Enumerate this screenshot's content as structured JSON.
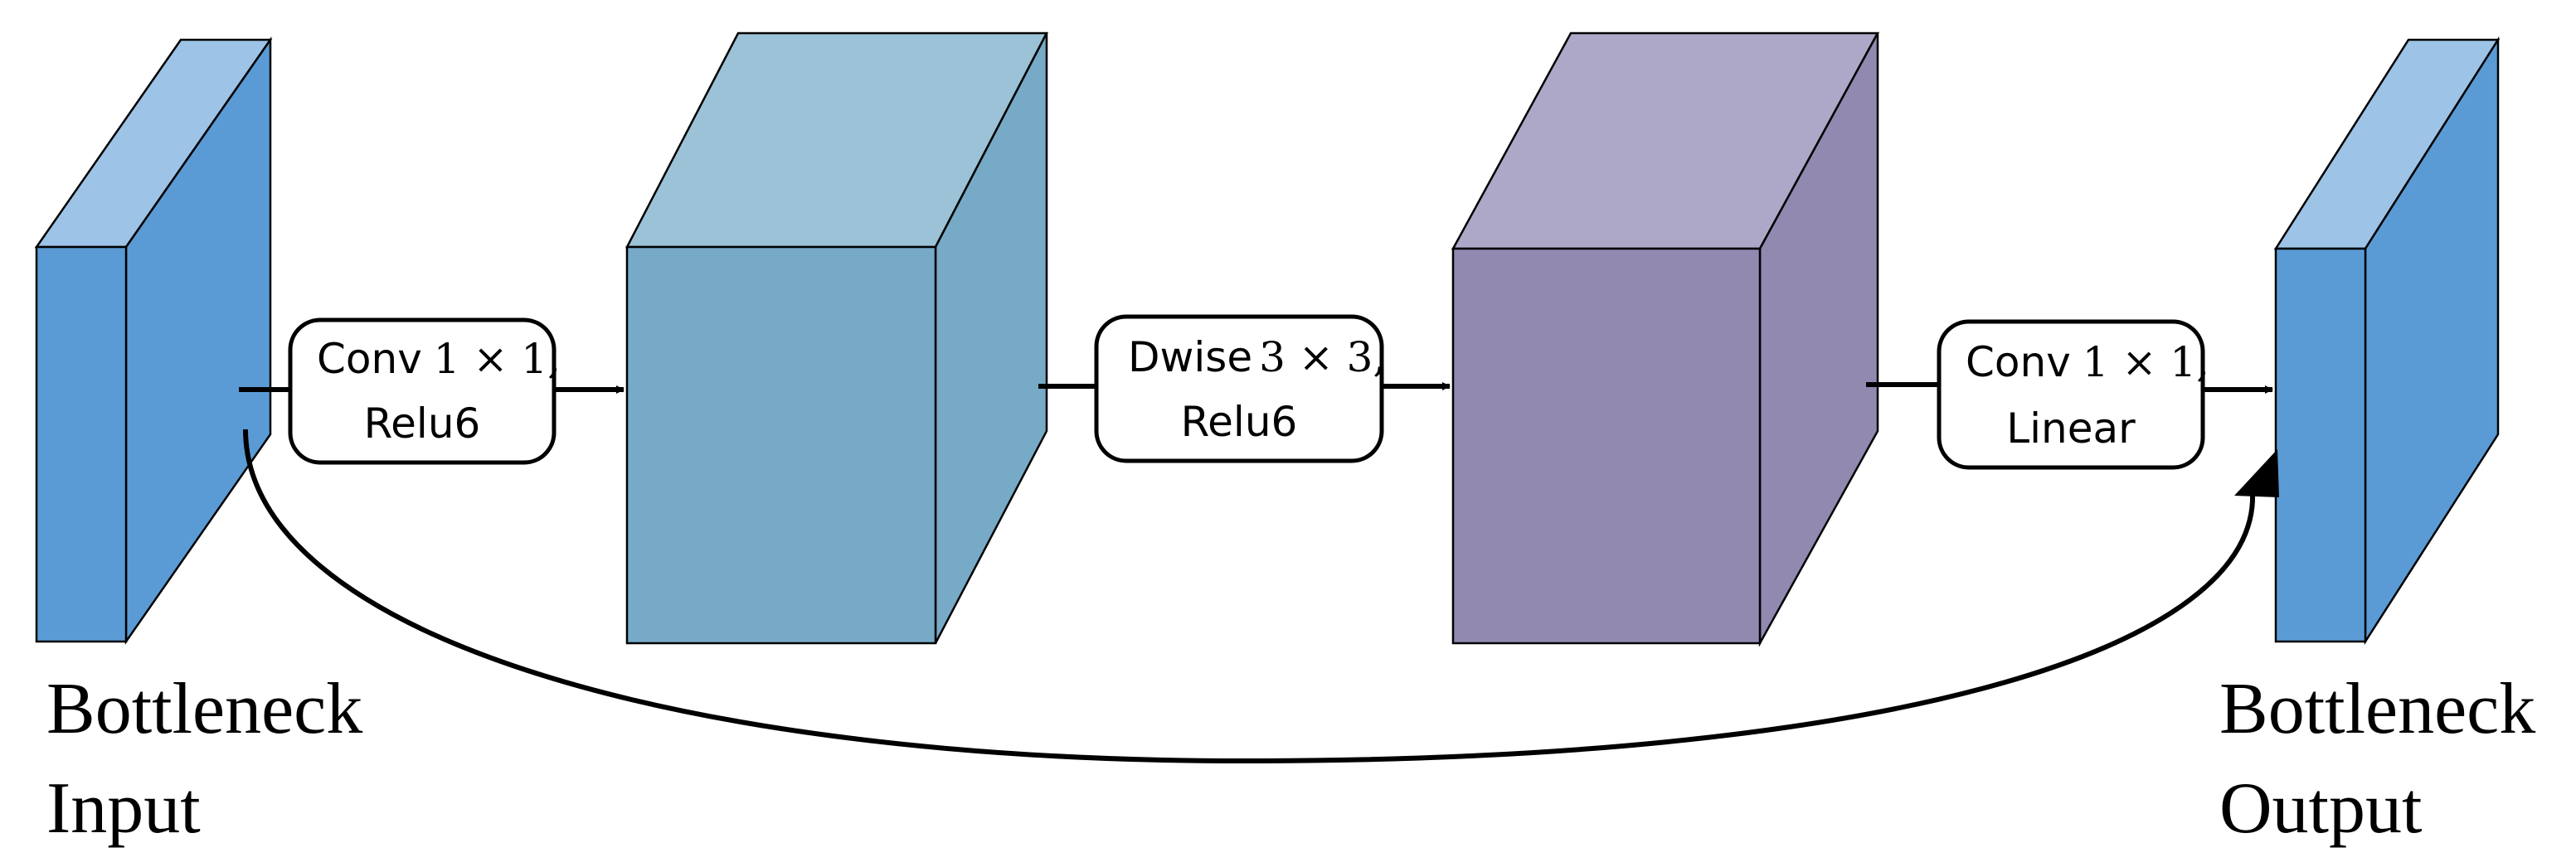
{
  "colors": {
    "input_front": "#5b9bd5",
    "input_top": "#9dc3e6",
    "input_side": "#5b9bd5",
    "expand_front": "#77aac7",
    "expand_top": "#9bc2d6",
    "expand_side": "#77aac7",
    "dwise_front": "#9289b1",
    "dwise_top": "#ada8c7",
    "dwise_side": "#9289b1",
    "output_front": "#5b9bd5",
    "output_top": "#9dc3e6",
    "output_side": "#5b9bd5",
    "line": "#000000"
  },
  "ops": [
    {
      "name": "Conv",
      "kernel": "1 × 1,",
      "activation": "Relu6"
    },
    {
      "name": "Dwise",
      "kernel": "3 × 3,",
      "activation": "Relu6"
    },
    {
      "name": "Conv",
      "kernel": "1 × 1,",
      "activation": "Linear"
    }
  ],
  "captions": {
    "input": {
      "line1": "Bottleneck",
      "line2": "Input"
    },
    "output": {
      "line1": "Bottleneck",
      "line2": "Output"
    }
  }
}
